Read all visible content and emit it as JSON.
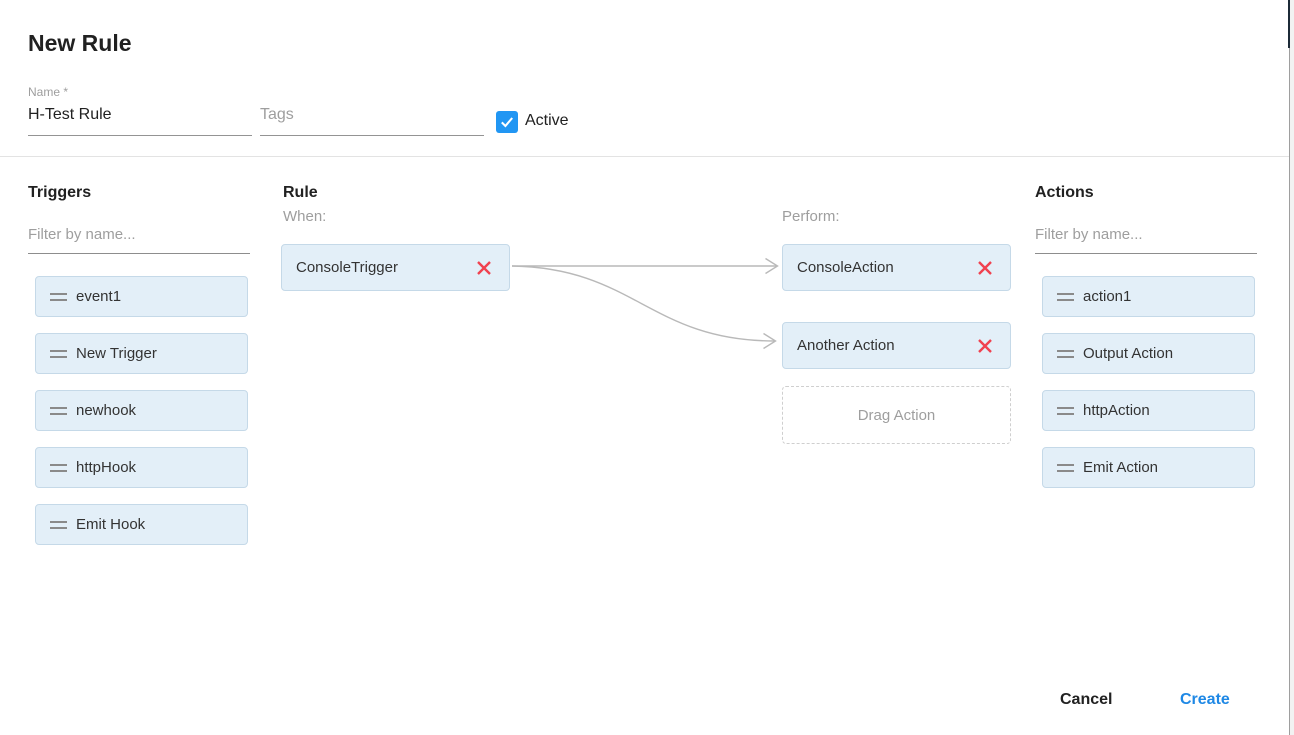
{
  "dialog": {
    "title": "New Rule",
    "name_field": {
      "label": "Name *",
      "value": "H-Test Rule"
    },
    "tags_field": {
      "placeholder": "Tags"
    },
    "active_checkbox": {
      "label": "Active",
      "checked": true
    },
    "footer": {
      "cancel_label": "Cancel",
      "create_label": "Create"
    }
  },
  "triggers_panel": {
    "heading": "Triggers",
    "filter_placeholder": "Filter by name...",
    "items": [
      "event1",
      "New Trigger",
      "newhook",
      "httpHook",
      "Emit Hook"
    ]
  },
  "rule_panel": {
    "heading": "Rule",
    "when_label": "When:",
    "perform_label": "Perform:",
    "when_items": [
      "ConsoleTrigger"
    ],
    "perform_items": [
      "ConsoleAction",
      "Another Action"
    ],
    "drop_placeholder": "Drag Action"
  },
  "actions_panel": {
    "heading": "Actions",
    "filter_placeholder": "Filter by name...",
    "items": [
      "action1",
      "Output Action",
      "httpAction",
      "Emit Action"
    ]
  },
  "icons": {
    "drag_handle": "double-bar",
    "delete": "✕",
    "checkbox_check": "✓"
  },
  "colors": {
    "accent_blue": "#2196f3",
    "create_blue": "#1e88e5",
    "delete_red": "#f0414f",
    "chip_bg": "#e3eff8",
    "chip_border": "#c5d9e8",
    "arrow_gray": "#b9b9b9"
  }
}
